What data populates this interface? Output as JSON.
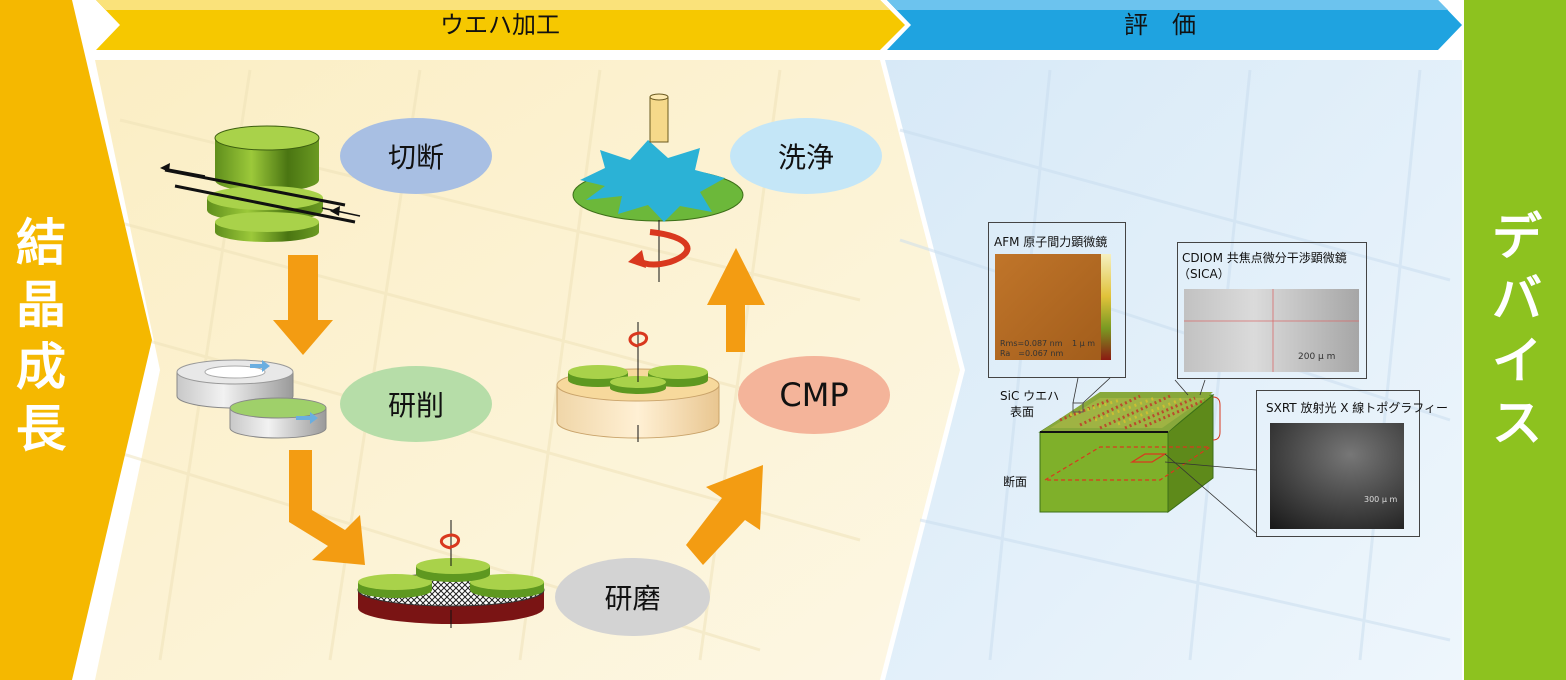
{
  "header": {
    "wafer_processing": "ウエハ加工",
    "evaluation": "評　価"
  },
  "left_column": {
    "chars": [
      "結",
      "晶",
      "成",
      "長"
    ]
  },
  "right_column": {
    "chars": [
      "デ",
      "バ",
      "イ",
      "ス"
    ]
  },
  "process_steps": {
    "cutting": "切断",
    "grinding": "研削",
    "lapping": "研磨",
    "cmp": "CMP",
    "cleaning": "洗浄"
  },
  "evaluation": {
    "afm": {
      "title": "AFM 原子間力顕微鏡",
      "rms": "Rms=0.087 nm",
      "ra": "Ra　=0.067 nm",
      "scale": "1 μ m"
    },
    "cdiom": {
      "title_line1": "CDIOM 共焦点微分干渉顕微鏡",
      "title_line2": "（SICA）",
      "scale": "200 μ m"
    },
    "sxrt": {
      "title": "SXRT 放射光 X 線トポグラフィー",
      "scale": "300 μ m"
    },
    "wafer_surface_line1": "SiC ウエハ",
    "wafer_surface_line2": "表面",
    "cross_section": "断面"
  },
  "colors": {
    "yellow_band": "#F5B800",
    "header_yellow": "#F6C800",
    "header_blue": "#1FA3E0",
    "device_green": "#8DC21F",
    "panel_cream": "#FDF5DA",
    "panel_blue": "#E3F0FA",
    "arrow_orange": "#F39C12",
    "bubble_blue": "#A8BFE3",
    "bubble_green": "#B6DDA8",
    "bubble_gray": "#D3D3D3",
    "bubble_salmon": "#F4B49A",
    "bubble_lightblue": "#C4E6F7"
  }
}
